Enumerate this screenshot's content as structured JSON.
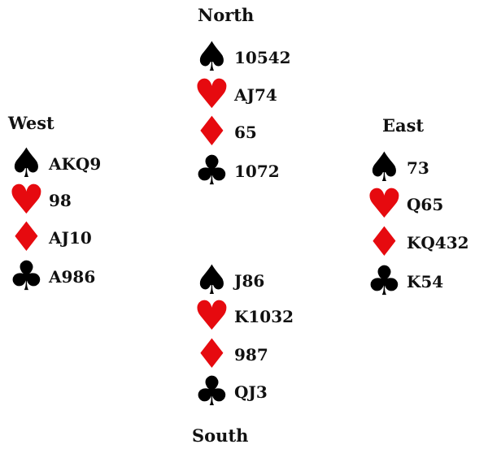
{
  "colors": {
    "red": "#e60a0f",
    "black": "#000000"
  },
  "suits": {
    "spades": "♠",
    "hearts": "♥",
    "diamonds": "♦",
    "clubs": "♣"
  },
  "north": {
    "label": "North",
    "spades": "10542",
    "hearts": "AJ74",
    "diamonds": "65",
    "clubs": "1072"
  },
  "west": {
    "label": "West",
    "spades": "AKQ9",
    "hearts": "98",
    "diamonds": "AJ10",
    "clubs": "A986"
  },
  "east": {
    "label": "East",
    "spades": "73",
    "hearts": "Q65",
    "diamonds": "KQ432",
    "clubs": "K54"
  },
  "south": {
    "label": "South",
    "spades": "J86",
    "hearts": "K1032",
    "diamonds": "987",
    "clubs": "QJ3"
  }
}
